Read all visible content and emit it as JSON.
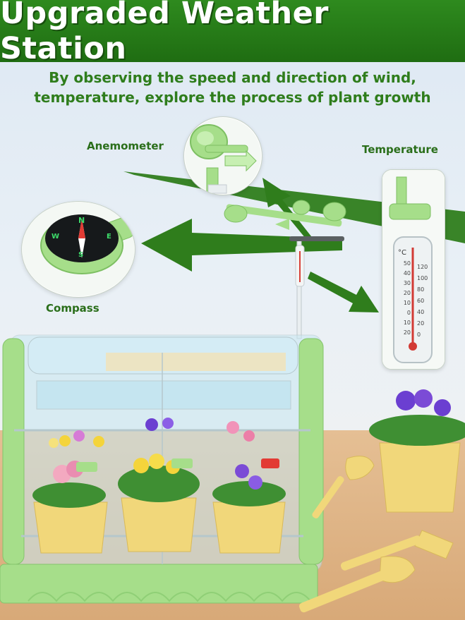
{
  "banner": {
    "title": "Upgraded Weather Station"
  },
  "subtitle": {
    "line1": "By observing the speed and direction of wind,",
    "line2": "temperature, explore the process of plant growth"
  },
  "callouts": {
    "anemometer": "Anemometer",
    "temperature": "Temperature",
    "compass": "Compass"
  },
  "compass_face": {
    "letters": [
      "N",
      "E",
      "S",
      "W"
    ]
  },
  "thermometer": {
    "unit": "°C",
    "left_scale": [
      "50",
      "40",
      "30",
      "20",
      "10",
      "0",
      "10",
      "20"
    ],
    "right_scale": [
      "120",
      "100",
      "80",
      "60",
      "40",
      "20",
      "0"
    ]
  },
  "colors": {
    "brand_green": "#2e8a1e",
    "arrow_green": "#2f7d1c",
    "kit_green": "#a6de8a",
    "pot_yellow": "#f1d77a"
  }
}
